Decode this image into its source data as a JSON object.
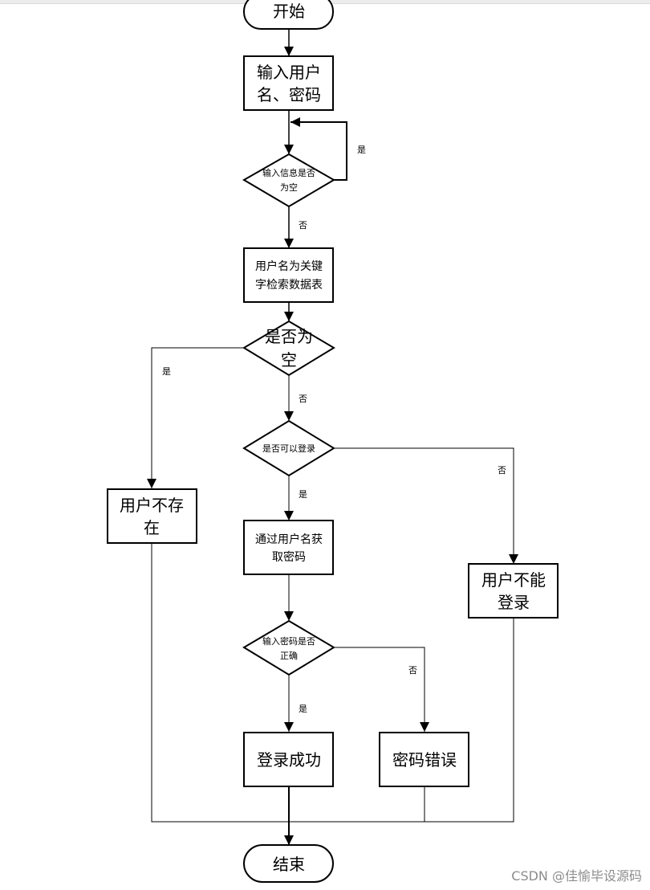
{
  "nodes": {
    "start": "开始",
    "input_credentials": [
      "输入用户",
      "名、密码"
    ],
    "check_input_empty": [
      "输入信息是否",
      "为空"
    ],
    "search_table": [
      "用户名为关键",
      "字检索数据表"
    ],
    "check_result_empty": [
      "是否为",
      "空"
    ],
    "check_can_login": "是否可以登录",
    "user_not_exist": [
      "用户不存",
      "在"
    ],
    "get_password": [
      "通过用户名获",
      "取密码"
    ],
    "user_cannot_login": [
      "用户不能",
      "登录"
    ],
    "check_password": [
      "输入密码是否",
      "正确"
    ],
    "login_success": "登录成功",
    "password_error": "密码错误",
    "end": "结束"
  },
  "edge_labels": {
    "input_empty_yes": "是",
    "input_empty_no": "否",
    "result_empty_yes": "是",
    "result_empty_no": "否",
    "can_login_yes": "是",
    "can_login_no": "否",
    "password_yes": "是",
    "password_no": "否"
  },
  "watermark": "CSDN @佳愉毕设源码"
}
